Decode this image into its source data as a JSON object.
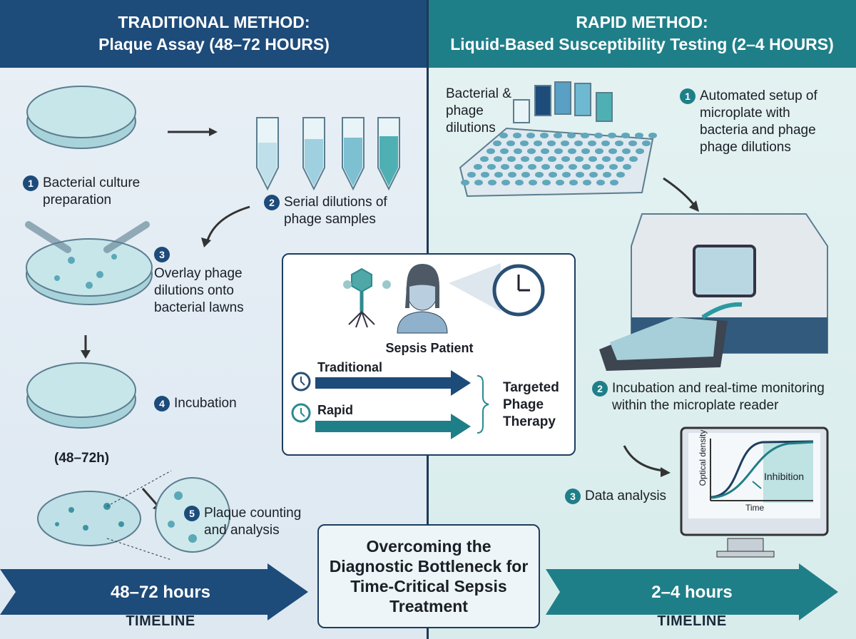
{
  "left": {
    "title_line1": "TRADITIONAL METHOD:",
    "title_line2": "Plaque Assay (48–72 HOURS)",
    "steps": [
      {
        "num": "1",
        "text": "Bacterial culture preparation"
      },
      {
        "num": "2",
        "text": "Serial dilutions of phage samples"
      },
      {
        "num": "3",
        "text": "Overlay phage dilutions onto bacterial lawns"
      },
      {
        "num": "4",
        "text": "Incubation"
      },
      {
        "num": "5",
        "text": "Plaque counting and analysis"
      }
    ],
    "incubation_time": "(48–72h)",
    "timeline_value": "48–72 hours",
    "timeline_label": "TIMELINE"
  },
  "right": {
    "title_line1": "RAPID METHOD:",
    "title_line2": "Liquid-Based Susceptibility Testing (2–4 HOURS)",
    "dilutions_label": "Bacterial & phage dilutions",
    "steps": [
      {
        "num": "1",
        "text": "Automated setup of microplate with bacteria and phage phage dilutions"
      },
      {
        "num": "2",
        "text": "Incubation and real-time monitoring within the microplate reader"
      },
      {
        "num": "3",
        "text": "Data analysis"
      }
    ],
    "chart": {
      "ylabel": "Optical density",
      "xlabel": "Time",
      "annotation": "Inhibition"
    },
    "timeline_value": "2–4 hours",
    "timeline_label": "TIMELINE"
  },
  "center": {
    "patient_label": "Sepsis Patient",
    "traditional": "Traditional",
    "rapid": "Rapid",
    "outcome": "Targeted Phage Therapy",
    "summary": "Overcoming the Diagnostic Bottleneck for Time-Critical Sepsis Treatment"
  },
  "colors": {
    "navy": "#1d4b7a",
    "teal": "#1f7f88"
  }
}
